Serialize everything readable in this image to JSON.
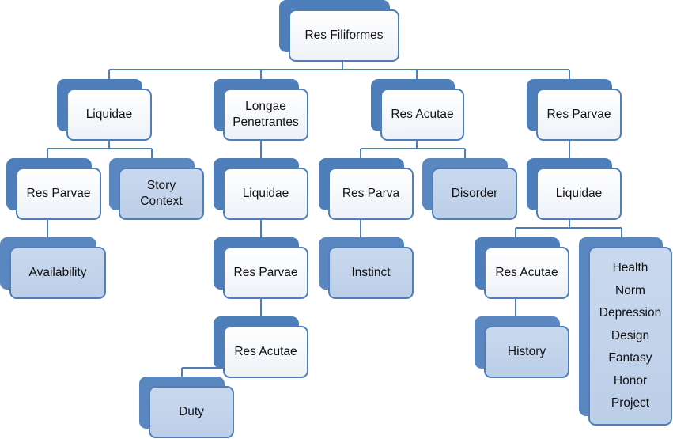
{
  "root": "Res Filiformes",
  "level1": [
    "Liquidae",
    "Longae Penetrantes",
    "Res Acutae",
    "Res Parvae"
  ],
  "branch1": {
    "res_parvae": "Res Parvae",
    "story_context": "Story Context",
    "availability": "Availability"
  },
  "branch2": {
    "liquidae": "Liquidae",
    "res_parvae": "Res Parvae",
    "res_acutae": "Res Acutae",
    "duty": "Duty"
  },
  "branch3": {
    "res_parva": "Res Parva",
    "disorder": "Disorder",
    "instinct": "Instinct"
  },
  "branch4": {
    "liquidae": "Liquidae",
    "res_acutae": "Res Acutae",
    "history": "History",
    "list": [
      "Health",
      "Norm",
      "Depression",
      "Design",
      "Fantasy",
      "Honor",
      "Project"
    ]
  },
  "colors": {
    "box_border": "#4f7fba",
    "shadow": "#4f7fba",
    "tinted_fill": "#c4d5ec",
    "connector": "#4f7fba"
  }
}
